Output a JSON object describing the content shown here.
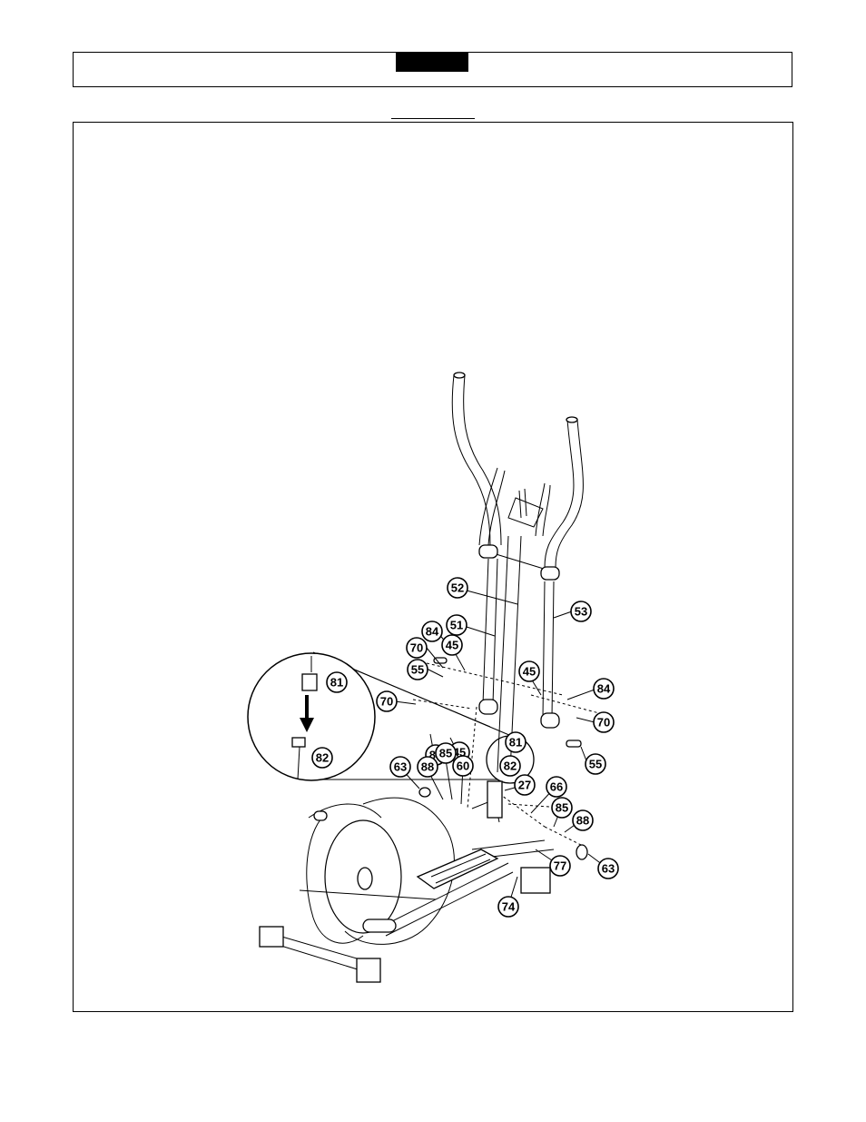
{
  "diagram": {
    "callouts": [
      {
        "id": "c52a",
        "label": "52"
      },
      {
        "id": "c53",
        "label": "53"
      },
      {
        "id": "c51",
        "label": "51"
      },
      {
        "id": "c84a",
        "label": "84"
      },
      {
        "id": "c70a",
        "label": "70"
      },
      {
        "id": "c45a",
        "label": "45"
      },
      {
        "id": "c55a",
        "label": "55"
      },
      {
        "id": "c45b",
        "label": "45"
      },
      {
        "id": "c84b",
        "label": "84"
      },
      {
        "id": "c70b",
        "label": "70"
      },
      {
        "id": "c70c",
        "label": "70"
      },
      {
        "id": "c84c",
        "label": "84"
      },
      {
        "id": "c45c",
        "label": "45"
      },
      {
        "id": "c81a",
        "label": "81"
      },
      {
        "id": "c82a",
        "label": "82"
      },
      {
        "id": "c81b",
        "label": "81"
      },
      {
        "id": "c82b",
        "label": "82"
      },
      {
        "id": "c55b",
        "label": "55"
      },
      {
        "id": "c63a",
        "label": "63"
      },
      {
        "id": "c88a",
        "label": "88"
      },
      {
        "id": "c85a",
        "label": "85"
      },
      {
        "id": "c60",
        "label": "60"
      },
      {
        "id": "c27",
        "label": "27"
      },
      {
        "id": "c66",
        "label": "66"
      },
      {
        "id": "c85b",
        "label": "85"
      },
      {
        "id": "c88b",
        "label": "88"
      },
      {
        "id": "c77",
        "label": "77"
      },
      {
        "id": "c63b",
        "label": "63"
      },
      {
        "id": "c74",
        "label": "74"
      }
    ]
  }
}
